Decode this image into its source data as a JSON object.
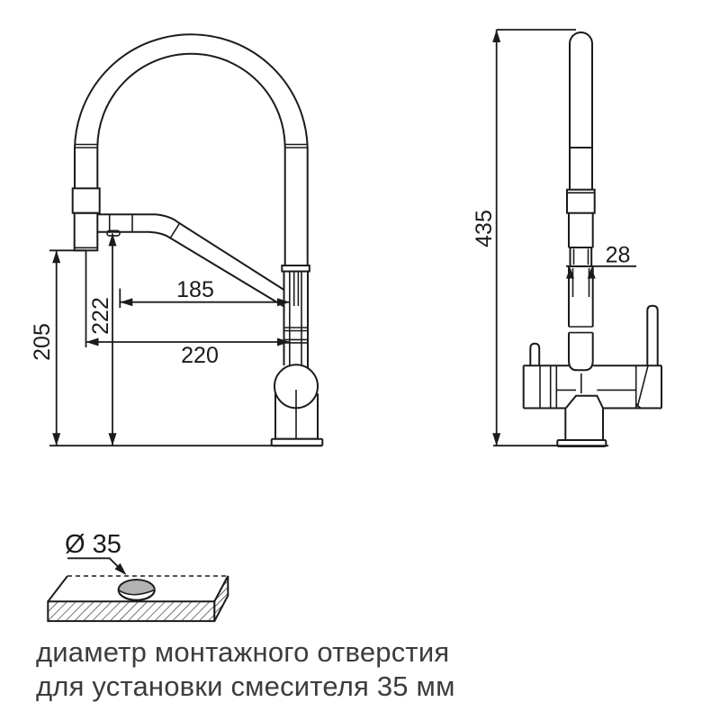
{
  "side_view": {
    "dim_spout_reach": "185",
    "dim_total_reach": "220",
    "dim_spout_height": "222",
    "dim_outlet_height": "205"
  },
  "front_view": {
    "dim_total_height": "435",
    "dim_neck_diameter": "28"
  },
  "mounting_hole": {
    "diameter_label": "Ø 35"
  },
  "caption": {
    "line1": "диаметр монтажного отверстия",
    "line2": "для установки смесителя 35 мм"
  },
  "colors": {
    "line": "#1b1b1b",
    "caption_text": "#3c3c3c",
    "hole_fill": "#b2b2b2"
  }
}
